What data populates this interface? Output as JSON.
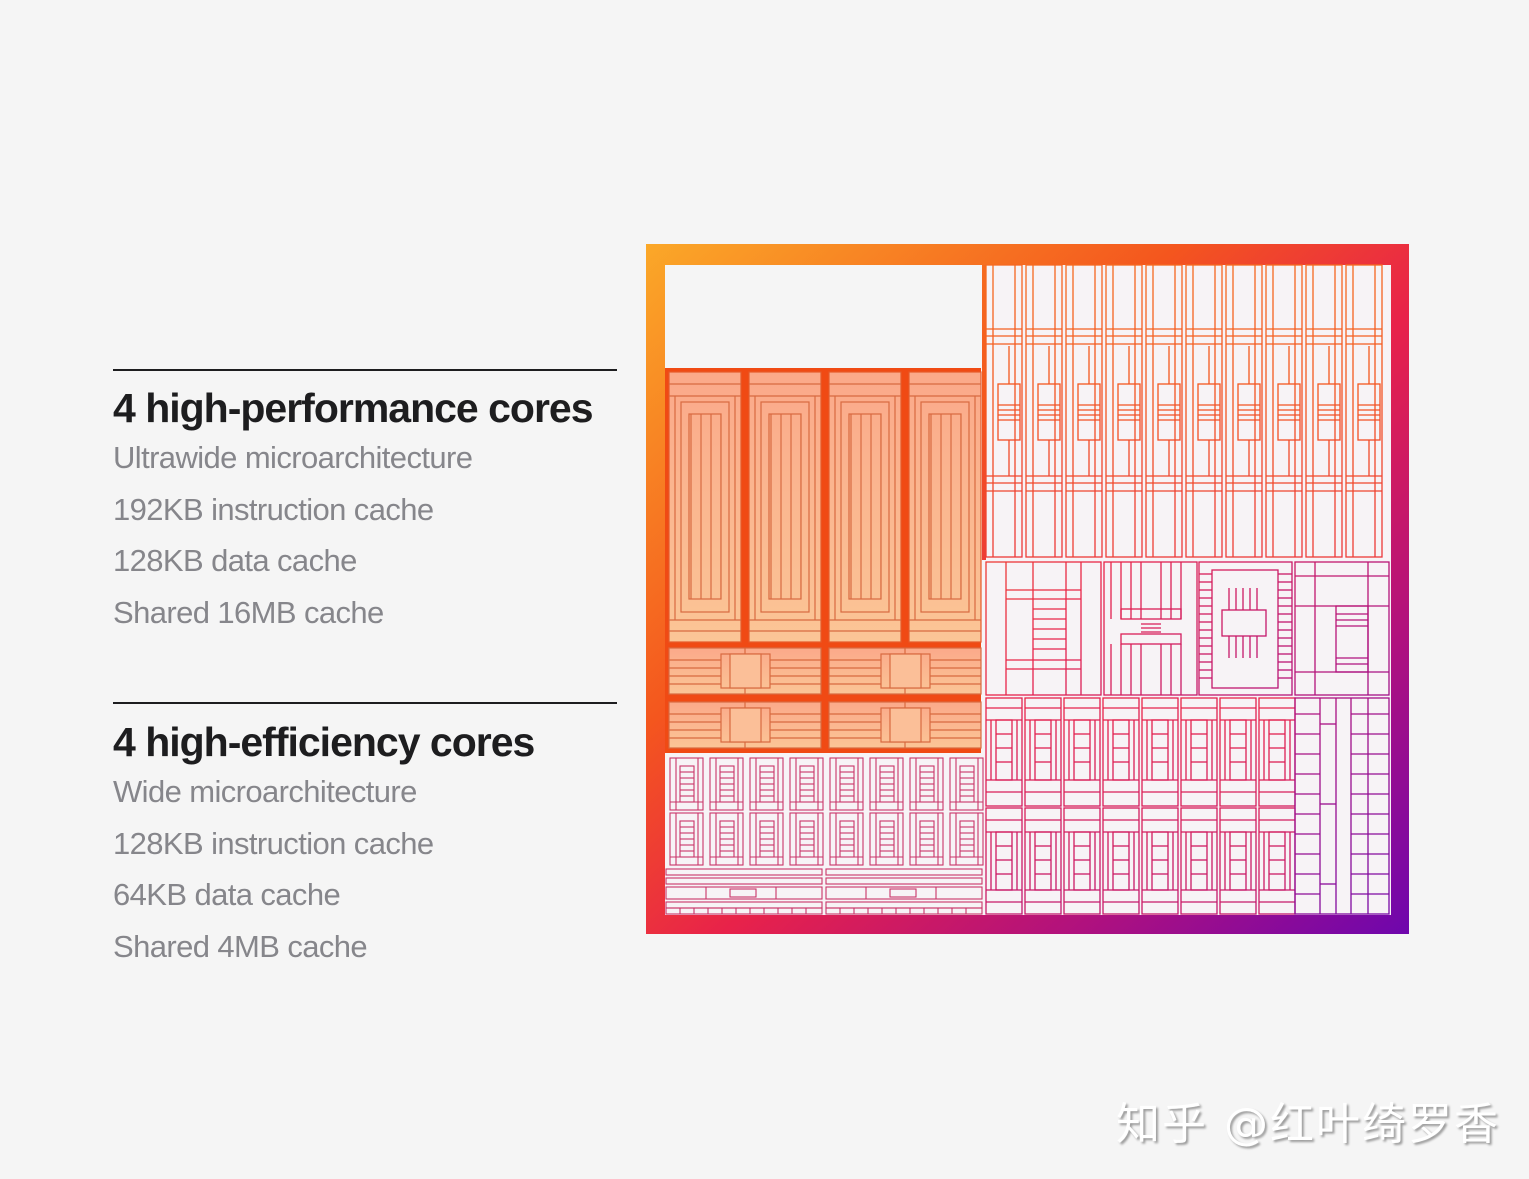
{
  "specs": [
    {
      "title": "4 high-performance cores",
      "lines": [
        "Ultrawide microarchitecture",
        "192KB instruction cache",
        "128KB data cache",
        "Shared 16MB cache"
      ]
    },
    {
      "title": "4 high-efficiency cores",
      "lines": [
        "Wide microarchitecture",
        "128KB instruction cache",
        "64KB data cache",
        "Shared 4MB cache"
      ]
    }
  ],
  "diagram": {
    "type": "chip-die-floorplan",
    "highlighted_blocks": [
      "4 high-performance cores",
      "performance cluster cache"
    ],
    "gradient_colors": [
      "#fba828",
      "#f4561e",
      "#e8224a",
      "#b0117e",
      "#6e06ad"
    ],
    "highlight_fill": "#fbb48a",
    "highlight_stroke": "#f04a14"
  },
  "watermark": "知乎 @红叶绮罗香"
}
